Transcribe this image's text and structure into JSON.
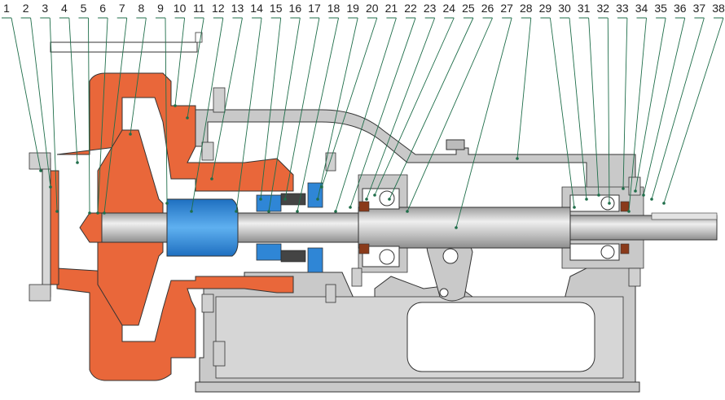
{
  "part_numbers": [
    "1",
    "2",
    "3",
    "4",
    "5",
    "6",
    "7",
    "8",
    "9",
    "10",
    "11",
    "12",
    "13",
    "14",
    "15",
    "16",
    "17",
    "18",
    "19",
    "20",
    "21",
    "22",
    "23",
    "24",
    "25",
    "26",
    "27",
    "28",
    "29",
    "30",
    "31",
    "32",
    "33",
    "34",
    "35",
    "36",
    "37",
    "38"
  ],
  "colors": {
    "casing": "#e9673a",
    "casing_edge": "#8a2e10",
    "frame": "#c9c9c9",
    "frame_dark": "#9a9a9a",
    "shaft": "#b5b5b5",
    "sleeve_blue": "#2f86d6",
    "leader": "#1f6e4a",
    "outline": "#333333"
  }
}
